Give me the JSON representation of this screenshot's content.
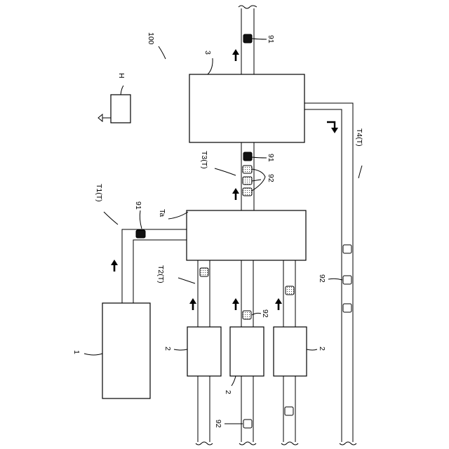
{
  "figure": {
    "system_label": "100",
    "device_labels": {
      "unit_1": "1",
      "unit_2_left": "2",
      "unit_2_middle": "2",
      "unit_2_right": "2",
      "unit_3": "3",
      "merge_point": "Ta",
      "operator": "H"
    },
    "conveyor_labels": {
      "t1": "T1(T)",
      "t2": "T2(T)",
      "t3": "T3(T)",
      "t4": "T4(T)"
    },
    "workpiece_labels": {
      "w91_t1": "91",
      "w91_top": "91",
      "w91_t3": "91",
      "w92_t3": "92",
      "w92_t2": "92",
      "w92_t4": "92",
      "w92_bottom": "92"
    }
  }
}
